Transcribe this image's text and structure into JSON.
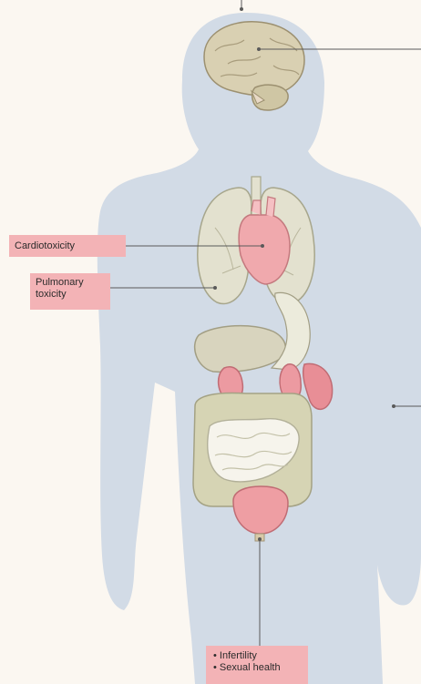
{
  "labels": {
    "cardiotoxicity": "Cardiotoxicity",
    "pulmonary_line1": "Pulmonary",
    "pulmonary_line2": "toxicity",
    "reproductive": [
      "Infertility",
      "Sexual health"
    ]
  },
  "colors": {
    "background": "#fbf7f1",
    "body": "#d2dbe6",
    "label_bg": "#f3b3b6",
    "brain": "#d9d0b2",
    "lungs": "#e3e1cf",
    "heart": "#f0a9ad",
    "liver": "#d8d4be",
    "kidney": "#ec9aa1",
    "colon": "#d6d4b4",
    "intestine": "#f6f4ec",
    "bladder": "#ee9ea3",
    "line": "#5a5a5a"
  },
  "icons": [
    "brain-icon",
    "lungs-icon",
    "heart-icon",
    "liver-icon",
    "kidney-icon",
    "intestine-icon",
    "bladder-icon"
  ]
}
